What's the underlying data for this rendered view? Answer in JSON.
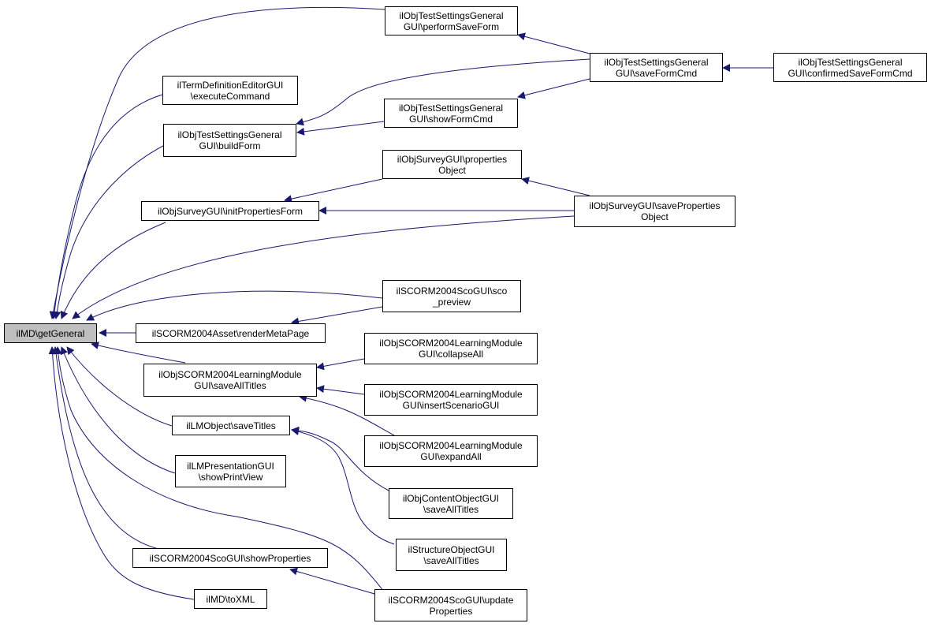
{
  "colors": {
    "edge": "#191970",
    "node_border": "#000000",
    "root_fill": "#bfbfbf",
    "node_fill": "#ffffff"
  },
  "nodes": {
    "root": {
      "lines": [
        "ilMD\\getGeneral"
      ]
    },
    "performSaveForm": {
      "lines": [
        "ilObjTestSettingsGeneral",
        "GUI\\performSaveForm"
      ]
    },
    "saveFormCmd": {
      "lines": [
        "ilObjTestSettingsGeneral",
        "GUI\\saveFormCmd"
      ]
    },
    "confirmedSaveFormCmd": {
      "lines": [
        "ilObjTestSettingsGeneral",
        "GUI\\confirmedSaveFormCmd"
      ]
    },
    "termExecute": {
      "lines": [
        "ilTermDefinitionEditorGUI",
        "\\executeCommand"
      ]
    },
    "buildForm": {
      "lines": [
        "ilObjTestSettingsGeneral",
        "GUI\\buildForm"
      ]
    },
    "showFormCmd": {
      "lines": [
        "ilObjTestSettingsGeneral",
        "GUI\\showFormCmd"
      ]
    },
    "propertiesObject": {
      "lines": [
        "ilObjSurveyGUI\\properties",
        "Object"
      ]
    },
    "initPropertiesForm": {
      "lines": [
        "ilObjSurveyGUI\\initPropertiesForm"
      ]
    },
    "savePropertiesObject": {
      "lines": [
        "ilObjSurveyGUI\\saveProperties",
        "Object"
      ]
    },
    "scoPreview": {
      "lines": [
        "ilSCORM2004ScoGUI\\sco",
        "_preview"
      ]
    },
    "renderMetaPage": {
      "lines": [
        "ilSCORM2004Asset\\renderMetaPage"
      ]
    },
    "collapseAll": {
      "lines": [
        "ilObjSCORM2004LearningModule",
        "GUI\\collapseAll"
      ]
    },
    "lmSaveAllTitles": {
      "lines": [
        "ilObjSCORM2004LearningModule",
        "GUI\\saveAllTitles"
      ]
    },
    "insertScenario": {
      "lines": [
        "ilObjSCORM2004LearningModule",
        "GUI\\insertScenarioGUI"
      ]
    },
    "saveTitles": {
      "lines": [
        "ilLMObject\\saveTitles"
      ]
    },
    "expandAll": {
      "lines": [
        "ilObjSCORM2004LearningModule",
        "GUI\\expandAll"
      ]
    },
    "showPrintView": {
      "lines": [
        "ilLMPresentationGUI",
        "\\showPrintView"
      ]
    },
    "contentSaveAllTitles": {
      "lines": [
        "ilObjContentObjectGUI",
        "\\saveAllTitles"
      ]
    },
    "structureSaveAllTitles": {
      "lines": [
        "ilStructureObjectGUI",
        "\\saveAllTitles"
      ]
    },
    "showProperties": {
      "lines": [
        "ilSCORM2004ScoGUI\\showProperties"
      ]
    },
    "toXML": {
      "lines": [
        "ilMD\\toXML"
      ]
    },
    "updateProperties": {
      "lines": [
        "ilSCORM2004ScoGUI\\update",
        "Properties"
      ]
    }
  }
}
